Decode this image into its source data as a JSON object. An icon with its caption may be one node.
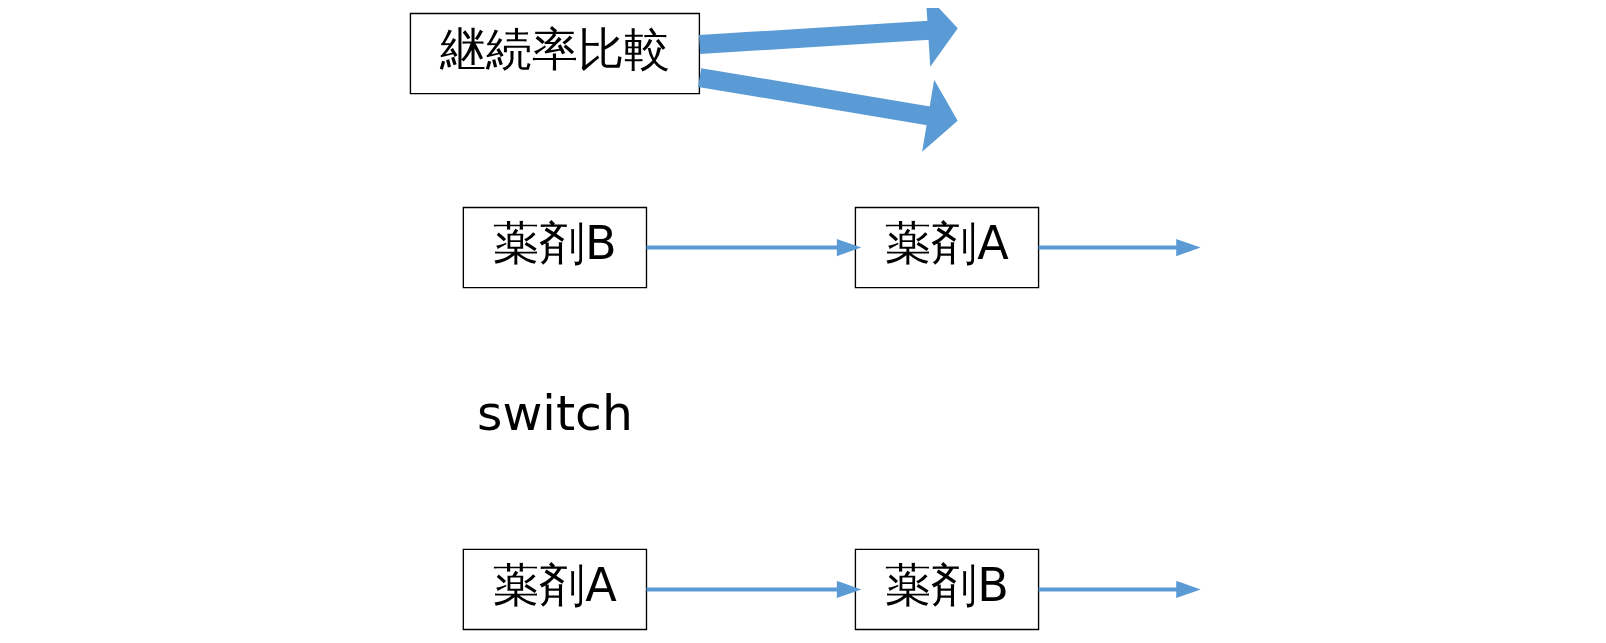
{
  "diagram": {
    "nodes": [
      {
        "text": [
          "薬剤A"
        ]
      },
      {
        "text": [
          "薬剤B"
        ]
      },
      {
        "text": [
          "薬剤A"
        ]
      },
      {
        "text": [
          "薬剤B"
        ]
      },
      {
        "text": [
          "継続率比較"
        ]
      }
    ],
    "edges": [
      {
        "from": 0,
        "to": 3,
        "arrow": "to"
      },
      {
        "from": 1,
        "to": 2,
        "arrow": "to"
      },
      {
        "from": 2,
        "to": null,
        "arrow": "to"
      },
      {
        "from": 3,
        "to": null,
        "arrow": "to"
      },
      {
        "from": 4,
        "to": null,
        "arrow": "to",
        "style": "thick"
      },
      {
        "from": 4,
        "to": null,
        "arrow": "to",
        "style": "thick"
      }
    ],
    "labels": [
      "switch"
    ]
  }
}
